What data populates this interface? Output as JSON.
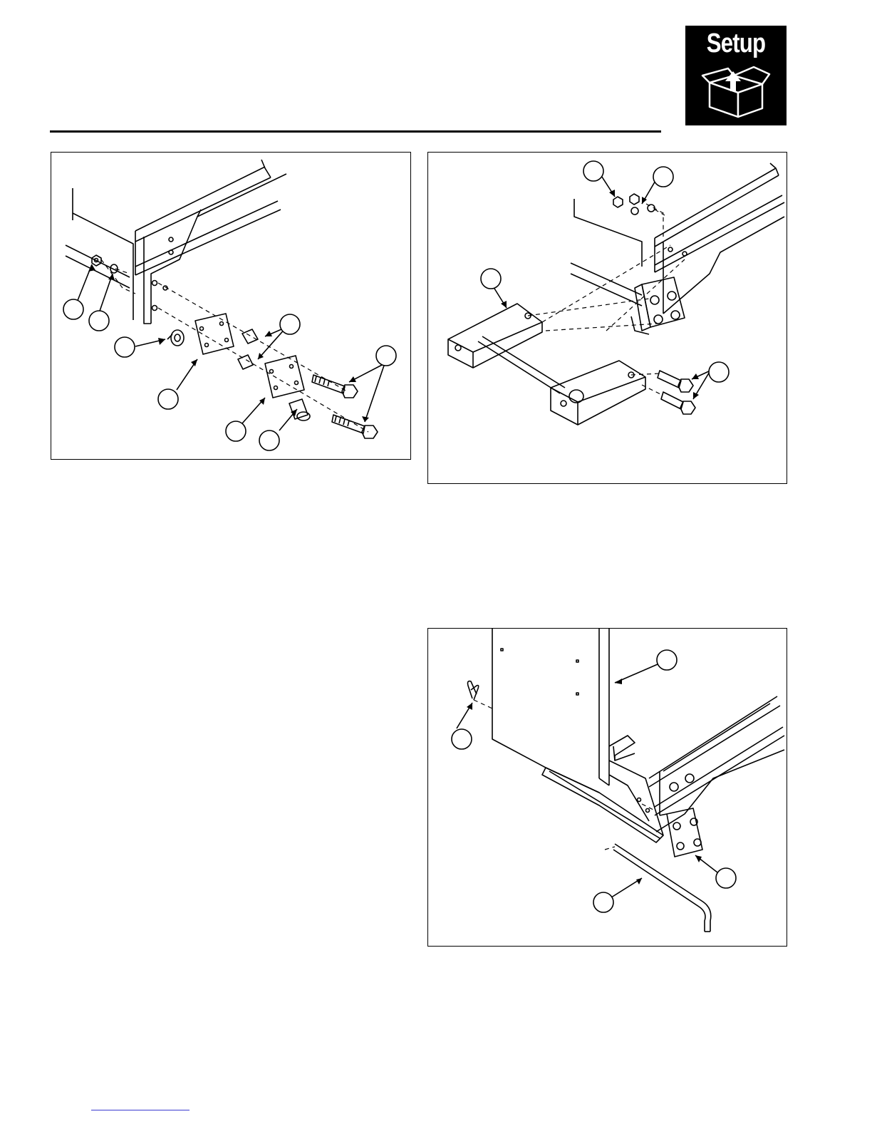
{
  "header": {
    "badge_label": "Setup",
    "badge_icon": "open-box-arrow-up-icon",
    "colors": {
      "badge_bg": "#000000",
      "badge_fg": "#ffffff",
      "link": "#3a3ad0"
    }
  },
  "figures": [
    {
      "id": "figure-a",
      "callouts": [
        "",
        "",
        "",
        "",
        "",
        "",
        "",
        ""
      ]
    },
    {
      "id": "figure-b",
      "callouts": [
        "",
        "",
        "",
        ""
      ]
    },
    {
      "id": "figure-c",
      "callouts": [
        "",
        "",
        "",
        ""
      ]
    }
  ]
}
